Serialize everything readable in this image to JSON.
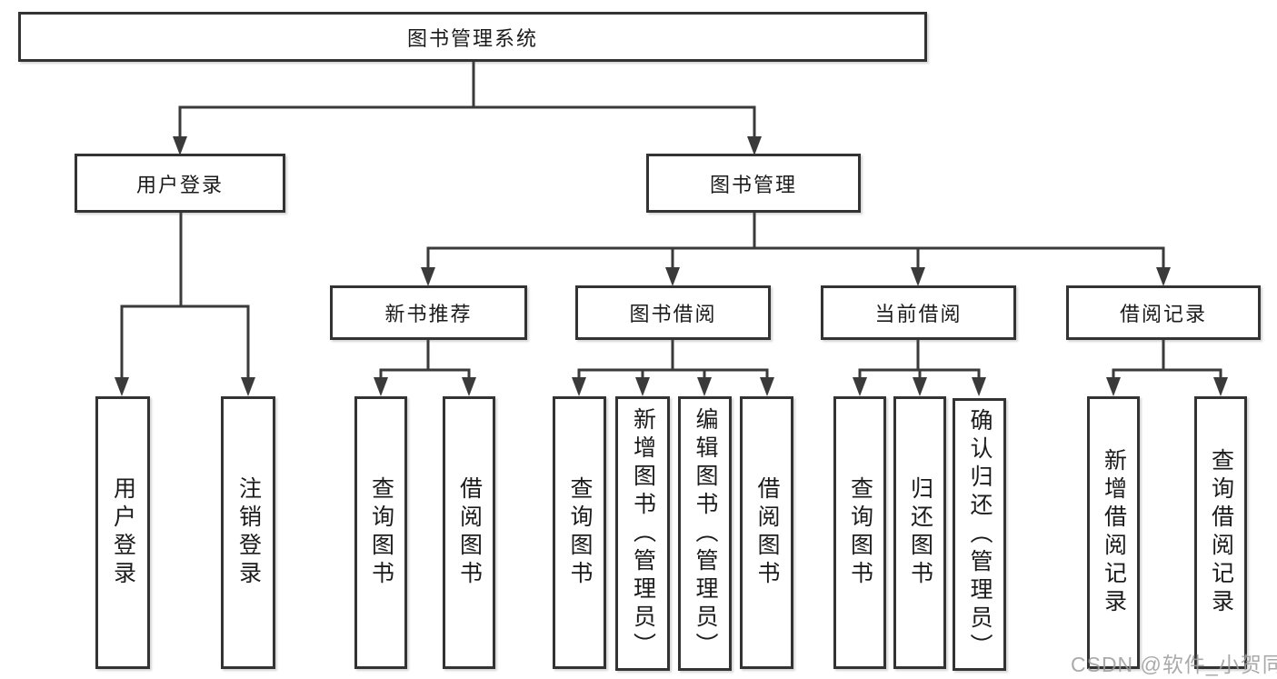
{
  "title": "图书管理系统",
  "level1": [
    {
      "label": "用户登录"
    },
    {
      "label": "图书管理"
    }
  ],
  "level2": [
    {
      "label": "新书推荐",
      "parent": "图书管理"
    },
    {
      "label": "图书借阅",
      "parent": "图书管理"
    },
    {
      "label": "当前借阅",
      "parent": "图书管理"
    },
    {
      "label": "借阅记录",
      "parent": "图书管理"
    }
  ],
  "leaves": [
    {
      "label": "用户登录",
      "parent": "用户登录"
    },
    {
      "label": "注销登录",
      "parent": "用户登录"
    },
    {
      "label": "查询图书",
      "parent": "新书推荐"
    },
    {
      "label": "借阅图书",
      "parent": "新书推荐"
    },
    {
      "label": "查询图书",
      "parent": "图书借阅"
    },
    {
      "label": "新增图书（管理员）",
      "parent": "图书借阅"
    },
    {
      "label": "编辑图书（管理员）",
      "parent": "图书借阅"
    },
    {
      "label": "借阅图书",
      "parent": "图书借阅"
    },
    {
      "label": "查询图书",
      "parent": "当前借阅"
    },
    {
      "label": "归还图书",
      "parent": "当前借阅"
    },
    {
      "label": "确认归还（管理员）",
      "parent": "当前借阅"
    },
    {
      "label": "新增借阅记录",
      "parent": "借阅记录"
    },
    {
      "label": "查询借阅记录",
      "parent": "借阅记录"
    }
  ],
  "watermark": "CSDN @软件_小贺同学",
  "colors": {
    "line": "#3a3a3a",
    "box_border": "#333333",
    "text": "#1b1b1b",
    "watermark": "#9b9b9b",
    "background": "#ffffff"
  }
}
